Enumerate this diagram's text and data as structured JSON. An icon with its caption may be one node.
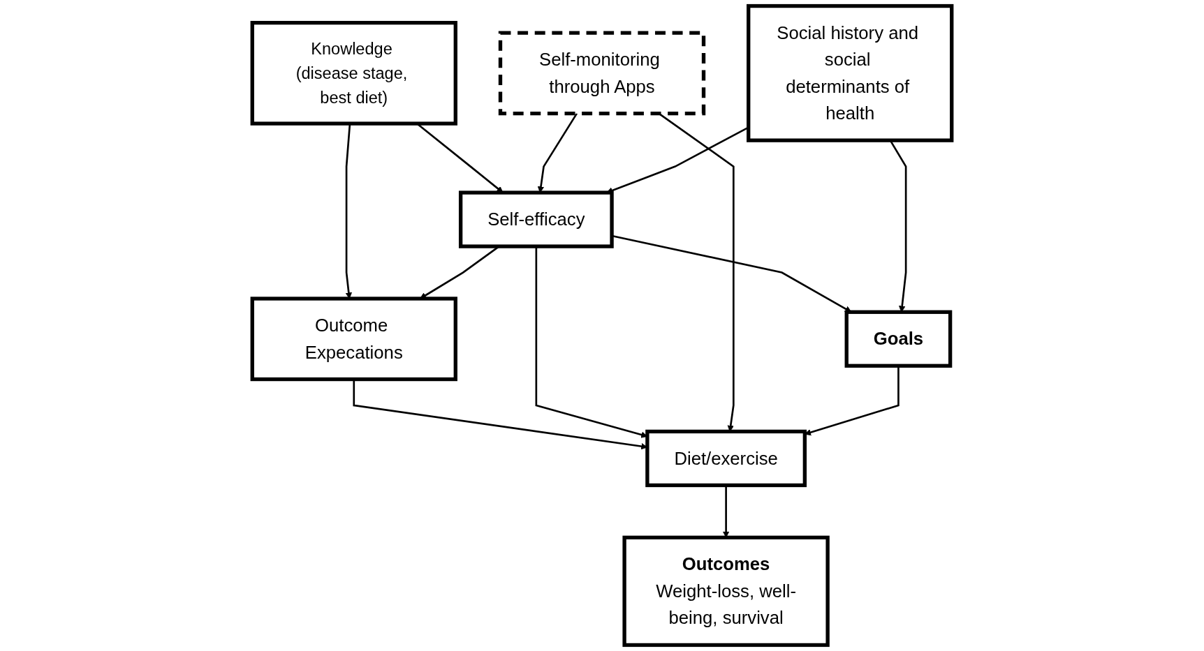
{
  "diagram": {
    "nodes": [
      {
        "text": [
          "Knowledge (disease stage, best diet)"
        ]
      },
      {
        "text": [
          "Outcome Expecations"
        ]
      },
      {
        "text": [
          "Self-efficacy"
        ]
      },
      {
        "text": [
          "Goals"
        ]
      },
      {
        "text": [
          "Diet/exercise"
        ]
      },
      {
        "text": [
          "Self-monitoring through Apps"
        ]
      },
      {
        "text": [
          "Social history and social determinants of health"
        ]
      },
      {
        "text": [
          "Outcomes",
          "Weight-loss, well-being, survival"
        ]
      }
    ],
    "edges": [
      {
        "from": 0,
        "to": 1,
        "arrow": "to"
      },
      {
        "from": 0,
        "to": 2,
        "arrow": "to"
      },
      {
        "from": 1,
        "to": 4,
        "arrow": "to"
      },
      {
        "from": 2,
        "to": 4,
        "arrow": "to"
      },
      {
        "from": 5,
        "to": 4,
        "arrow": "to"
      },
      {
        "from": 2,
        "to": 1,
        "arrow": "to"
      },
      {
        "from": 2,
        "to": 3,
        "arrow": "to"
      },
      {
        "from": 3,
        "to": 4,
        "arrow": "to"
      },
      {
        "from": 4,
        "to": 7,
        "arrow": "to"
      },
      {
        "from": 5,
        "to": 2,
        "arrow": "to"
      },
      {
        "from": 6,
        "to": 2,
        "arrow": "to"
      },
      {
        "from": 6,
        "to": 3,
        "arrow": "to"
      }
    ]
  }
}
